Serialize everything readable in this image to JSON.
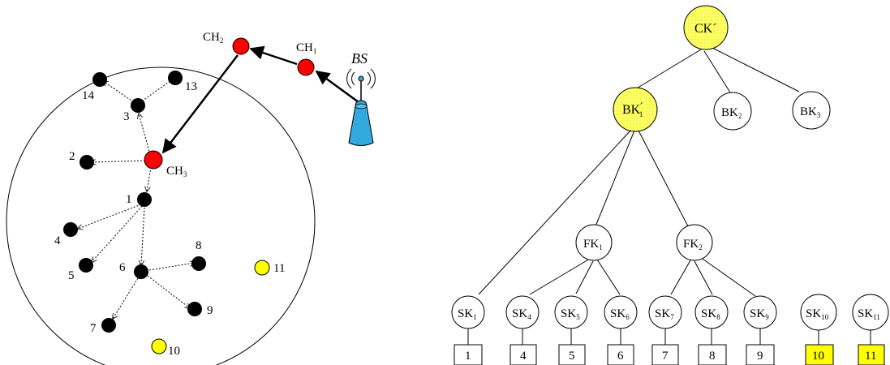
{
  "network": {
    "base_station_label": "BS",
    "cluster_heads": [
      {
        "id": "ch1",
        "name": "CH",
        "sub": "1"
      },
      {
        "id": "ch2",
        "name": "CH",
        "sub": "2"
      },
      {
        "id": "ch3",
        "name": "CH",
        "sub": "3"
      }
    ],
    "sensor_nodes": [
      "14",
      "13",
      "3",
      "2",
      "1",
      "4",
      "5",
      "6",
      "8",
      "9",
      "7",
      "11",
      "10"
    ],
    "colors": {
      "cluster_head": "#ff0000",
      "member_node": "#000000",
      "new_node": "#ffff00",
      "base_station": "#33aadd"
    }
  },
  "key_tree": {
    "root": {
      "name": "CK",
      "mark": "´"
    },
    "level1": [
      {
        "id": "bk1",
        "name": "BK",
        "mark": "´",
        "sub": "1"
      },
      {
        "id": "bk2",
        "name": "BK",
        "sub": "2"
      },
      {
        "id": "bk3",
        "name": "BK",
        "sub": "3"
      }
    ],
    "fk": [
      {
        "id": "fk1",
        "name": "FK",
        "sub": "1"
      },
      {
        "id": "fk2",
        "name": "FK",
        "sub": "2"
      }
    ],
    "sk": [
      {
        "id": "sk1",
        "name": "SK",
        "sub": "1",
        "node": "1"
      },
      {
        "id": "sk4",
        "name": "SK",
        "sub": "4",
        "node": "4"
      },
      {
        "id": "sk5",
        "name": "SK",
        "sub": "5",
        "node": "5"
      },
      {
        "id": "sk6",
        "name": "SK",
        "sub": "6",
        "node": "6"
      },
      {
        "id": "sk7",
        "name": "SK",
        "sub": "7",
        "node": "7"
      },
      {
        "id": "sk8",
        "name": "SK",
        "sub": "8",
        "node": "8"
      },
      {
        "id": "sk9",
        "name": "SK",
        "sub": "9",
        "node": "9"
      },
      {
        "id": "sk10",
        "name": "SK",
        "sub": "10",
        "node": "10"
      },
      {
        "id": "sk11",
        "name": "SK",
        "sub": "11",
        "node": "11"
      }
    ],
    "colors": {
      "highlight": "#ffff66",
      "new_box": "#ffff00"
    }
  }
}
